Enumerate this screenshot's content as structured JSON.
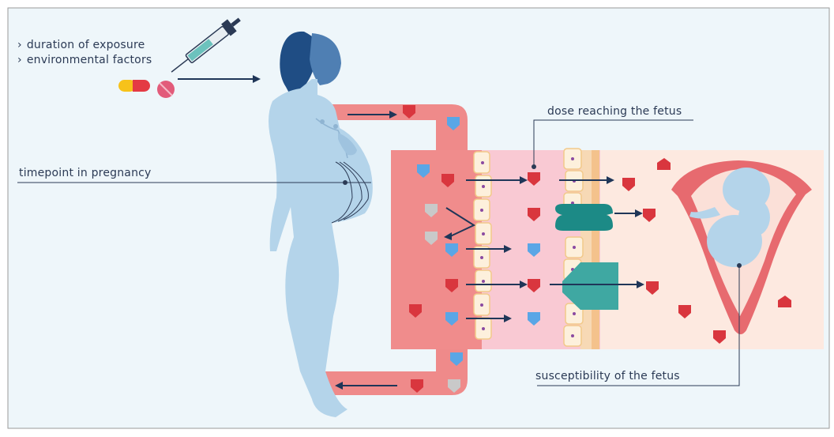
{
  "factors": [
    {
      "bullet": "›",
      "text": "duration of exposure"
    },
    {
      "bullet": "›",
      "text": "environmental factors"
    }
  ],
  "labels": {
    "timepoint": "timepoint in pregnancy",
    "dose": "dose reaching the fetus",
    "susceptibility": "susceptibility of the fetus"
  },
  "colors": {
    "background": "#eef6fa",
    "figure": "#b4d4ea",
    "hair": "#1f4d84",
    "vessel": "#ef8a8a",
    "maternal_zone": "#f08c8c",
    "placenta_zone": "#f9c9d3",
    "fetal_zone": "#fde9e0",
    "molecule_red": "#d9363e",
    "molecule_blue": "#5aa6e6",
    "molecule_grey": "#c9c9c9",
    "transporter": "#1c8a86",
    "arrow": "#1f3658",
    "text": "#2b3a55"
  }
}
